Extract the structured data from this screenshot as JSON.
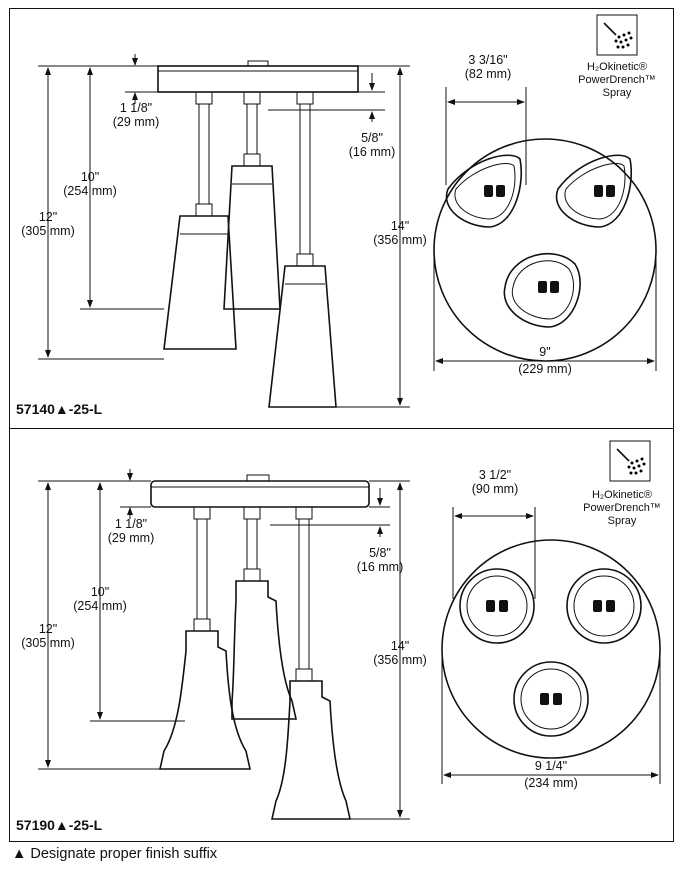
{
  "top": {
    "model": "57140▲-25-L",
    "brand": {
      "line1": "H₂Okinetic®",
      "line2": "PowerDrench™",
      "line3": "Spray"
    },
    "dims": {
      "d_1_1_8": {
        "in": "1 1/8\"",
        "mm": "(29 mm)"
      },
      "d_10": {
        "in": "10\"",
        "mm": "(254 mm)"
      },
      "d_12": {
        "in": "12\"",
        "mm": "(305 mm)"
      },
      "d_5_8": {
        "in": "5/8\"",
        "mm": "(16 mm)"
      },
      "d_14": {
        "in": "14\"",
        "mm": "(356 mm)"
      },
      "d_spacing": {
        "in": "3 3/16\"",
        "mm": "(82 mm)"
      },
      "d_diameter": {
        "in": "9\"",
        "mm": "(229 mm)"
      }
    }
  },
  "bottom": {
    "model": "57190▲-25-L",
    "brand": {
      "line1": "H₂Okinetic®",
      "line2": "PowerDrench™",
      "line3": "Spray"
    },
    "dims": {
      "d_1_1_8": {
        "in": "1 1/8\"",
        "mm": "(29 mm)"
      },
      "d_10": {
        "in": "10\"",
        "mm": "(254 mm)"
      },
      "d_12": {
        "in": "12\"",
        "mm": "(305 mm)"
      },
      "d_5_8": {
        "in": "5/8\"",
        "mm": "(16 mm)"
      },
      "d_14": {
        "in": "14\"",
        "mm": "(356 mm)"
      },
      "d_spacing": {
        "in": "3 1/2\"",
        "mm": "(90 mm)"
      },
      "d_diameter": {
        "in": "9 1/4\"",
        "mm": "(234 mm)"
      }
    }
  },
  "footnote": "▲ Designate proper finish suffix"
}
